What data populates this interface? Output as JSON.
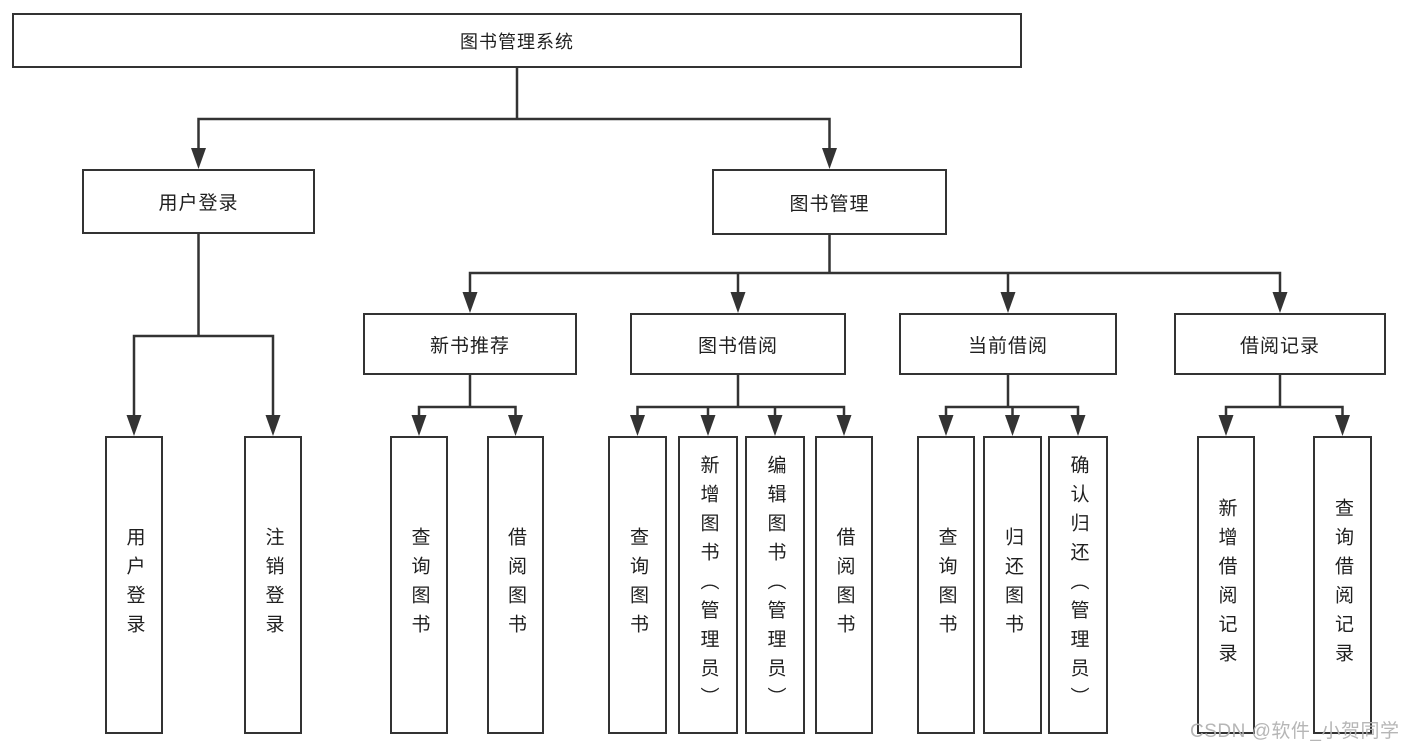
{
  "title": "图书管理系统",
  "tree": {
    "label": "图书管理系统",
    "children": [
      {
        "label": "用户登录",
        "children": [
          {
            "label": "用户登录"
          },
          {
            "label": "注销登录"
          }
        ]
      },
      {
        "label": "图书管理",
        "children": [
          {
            "label": "新书推荐",
            "children": [
              {
                "label": "查询图书"
              },
              {
                "label": "借阅图书"
              }
            ]
          },
          {
            "label": "图书借阅",
            "children": [
              {
                "label": "查询图书"
              },
              {
                "label": "新增图书（管理员）"
              },
              {
                "label": "编辑图书（管理员）"
              },
              {
                "label": "借阅图书"
              }
            ]
          },
          {
            "label": "当前借阅",
            "children": [
              {
                "label": "查询图书"
              },
              {
                "label": "归还图书"
              },
              {
                "label": "确认归还（管理员）"
              }
            ]
          },
          {
            "label": "借阅记录",
            "children": [
              {
                "label": "新增借阅记录"
              },
              {
                "label": "查询借阅记录"
              }
            ]
          }
        ]
      }
    ]
  },
  "watermark": {
    "text": "CSDN @软件_小贺同学"
  },
  "colors": {
    "line": "#333333",
    "box_border": "#333333",
    "text": "#1f1f1f",
    "watermark": "#b2b2b2",
    "background": "#ffffff"
  }
}
